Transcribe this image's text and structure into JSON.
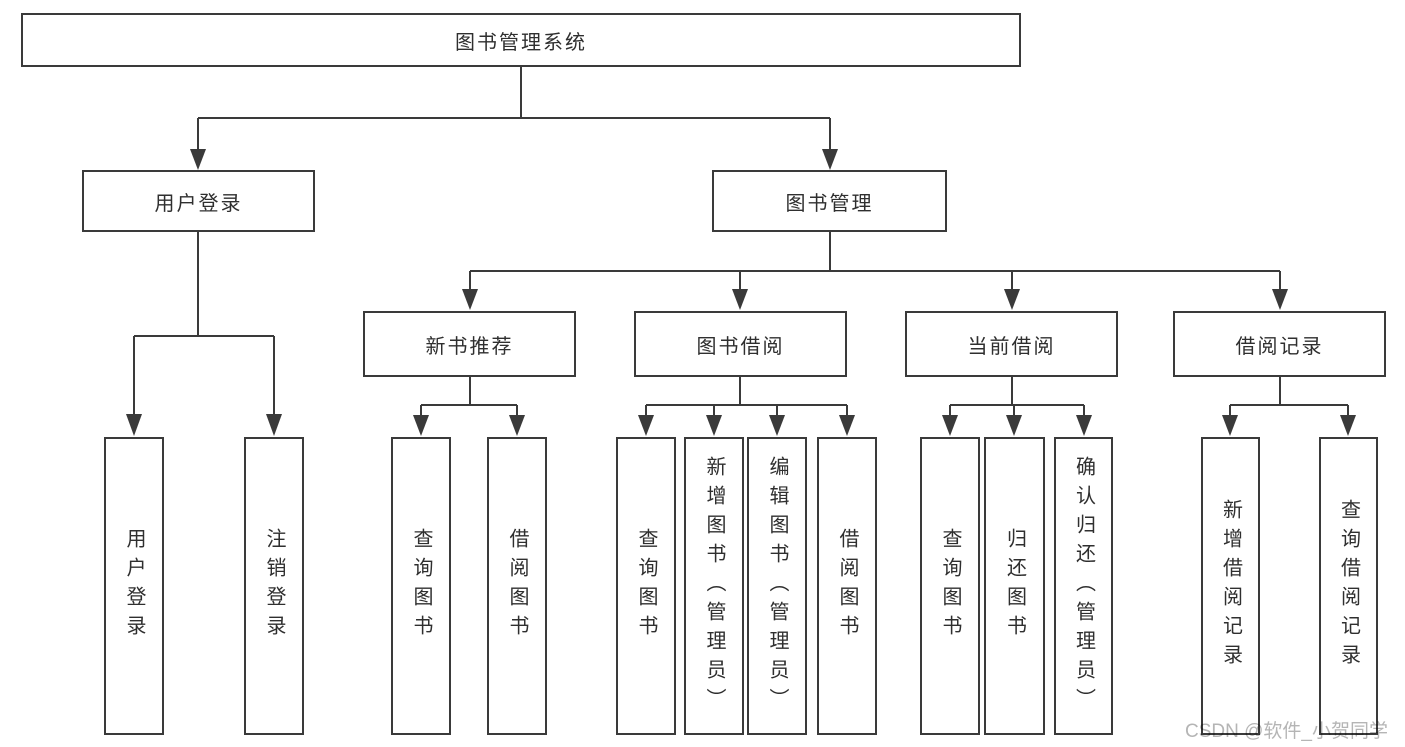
{
  "tree": {
    "label": "图书管理系统",
    "children": [
      {
        "label": "用户登录",
        "children": [
          {
            "label": "用户登录"
          },
          {
            "label": "注销登录"
          }
        ]
      },
      {
        "label": "图书管理",
        "children": [
          {
            "label": "新书推荐",
            "children": [
              {
                "label": "查询图书"
              },
              {
                "label": "借阅图书"
              }
            ]
          },
          {
            "label": "图书借阅",
            "children": [
              {
                "label": "查询图书"
              },
              {
                "label": "新增图书（管理员）"
              },
              {
                "label": "编辑图书（管理员）"
              },
              {
                "label": "借阅图书"
              }
            ]
          },
          {
            "label": "当前借阅",
            "children": [
              {
                "label": "查询图书"
              },
              {
                "label": "归还图书"
              },
              {
                "label": "确认归还（管理员）"
              }
            ]
          },
          {
            "label": "借阅记录",
            "children": [
              {
                "label": "新增借阅记录"
              },
              {
                "label": "查询借阅记录"
              }
            ]
          }
        ]
      }
    ]
  },
  "watermark": {
    "text": "CSDN @软件_小贺同学"
  },
  "colors": {
    "line": "#3a3a3a",
    "box_border": "#3a3a3a",
    "text": "#2f2f2f",
    "watermark": "#b5b5b5",
    "background": "#ffffff"
  }
}
